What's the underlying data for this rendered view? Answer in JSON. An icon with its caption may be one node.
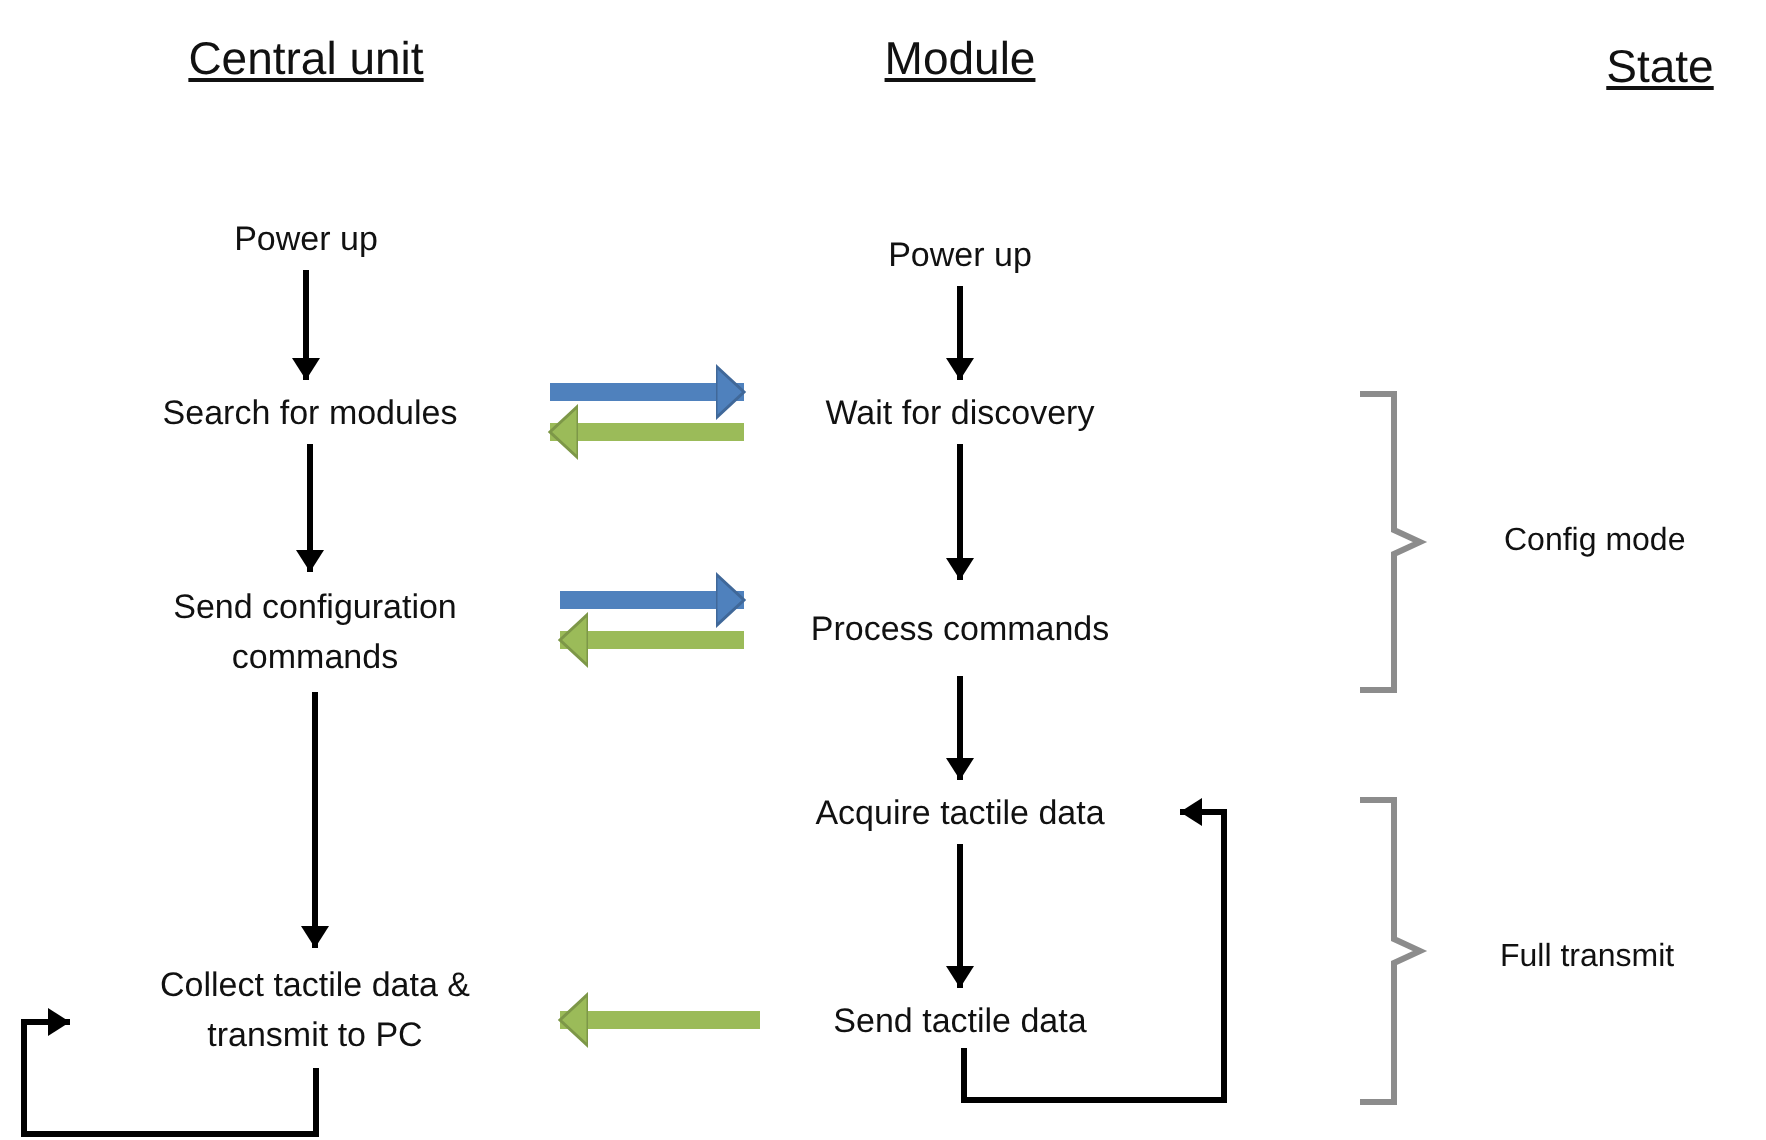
{
  "diagram": {
    "nodes": [
      {
        "text": [
          "Power up"
        ]
      },
      {
        "text": [
          "Search for modules"
        ]
      },
      {
        "text": [
          "Send configuration commands"
        ]
      },
      {
        "text": [
          "Collect tactile data & transmit to PC"
        ]
      },
      {
        "text": [
          "Power up"
        ]
      },
      {
        "text": [
          "Wait for discovery"
        ]
      },
      {
        "text": [
          "Process commands"
        ]
      },
      {
        "text": [
          "Acquire tactile data"
        ]
      },
      {
        "text": [
          "Send tactile data"
        ]
      }
    ],
    "edges": [
      {
        "from": 0,
        "to": 1,
        "arrow": "to"
      },
      {
        "from": 1,
        "to": 2,
        "arrow": "to"
      },
      {
        "from": 2,
        "to": 3,
        "arrow": "to"
      },
      {
        "from": 3,
        "to": 3,
        "arrow": "to"
      },
      {
        "from": 4,
        "to": 5,
        "arrow": "to"
      },
      {
        "from": 5,
        "to": 6,
        "arrow": "to"
      },
      {
        "from": 6,
        "to": 7,
        "arrow": "to"
      },
      {
        "from": 7,
        "to": 8,
        "arrow": "to"
      },
      {
        "from": 8,
        "to": 7,
        "arrow": "to"
      },
      {
        "from": 1,
        "to": 5,
        "arrow": "to",
        "style": "thick",
        "color": "#4f81bd"
      },
      {
        "from": 5,
        "to": 1,
        "arrow": "to",
        "style": "thick",
        "color": "#9bbb59"
      },
      {
        "from": 2,
        "to": 6,
        "arrow": "to",
        "style": "thick",
        "color": "#4f81bd"
      },
      {
        "from": 6,
        "to": 2,
        "arrow": "to",
        "style": "thick",
        "color": "#9bbb59"
      },
      {
        "from": 8,
        "to": 3,
        "arrow": "to",
        "style": "thick",
        "color": "#9bbb59"
      }
    ],
    "labels": [
      "Central unit",
      "Module",
      "State",
      "Config mode",
      "Full transmit"
    ]
  }
}
